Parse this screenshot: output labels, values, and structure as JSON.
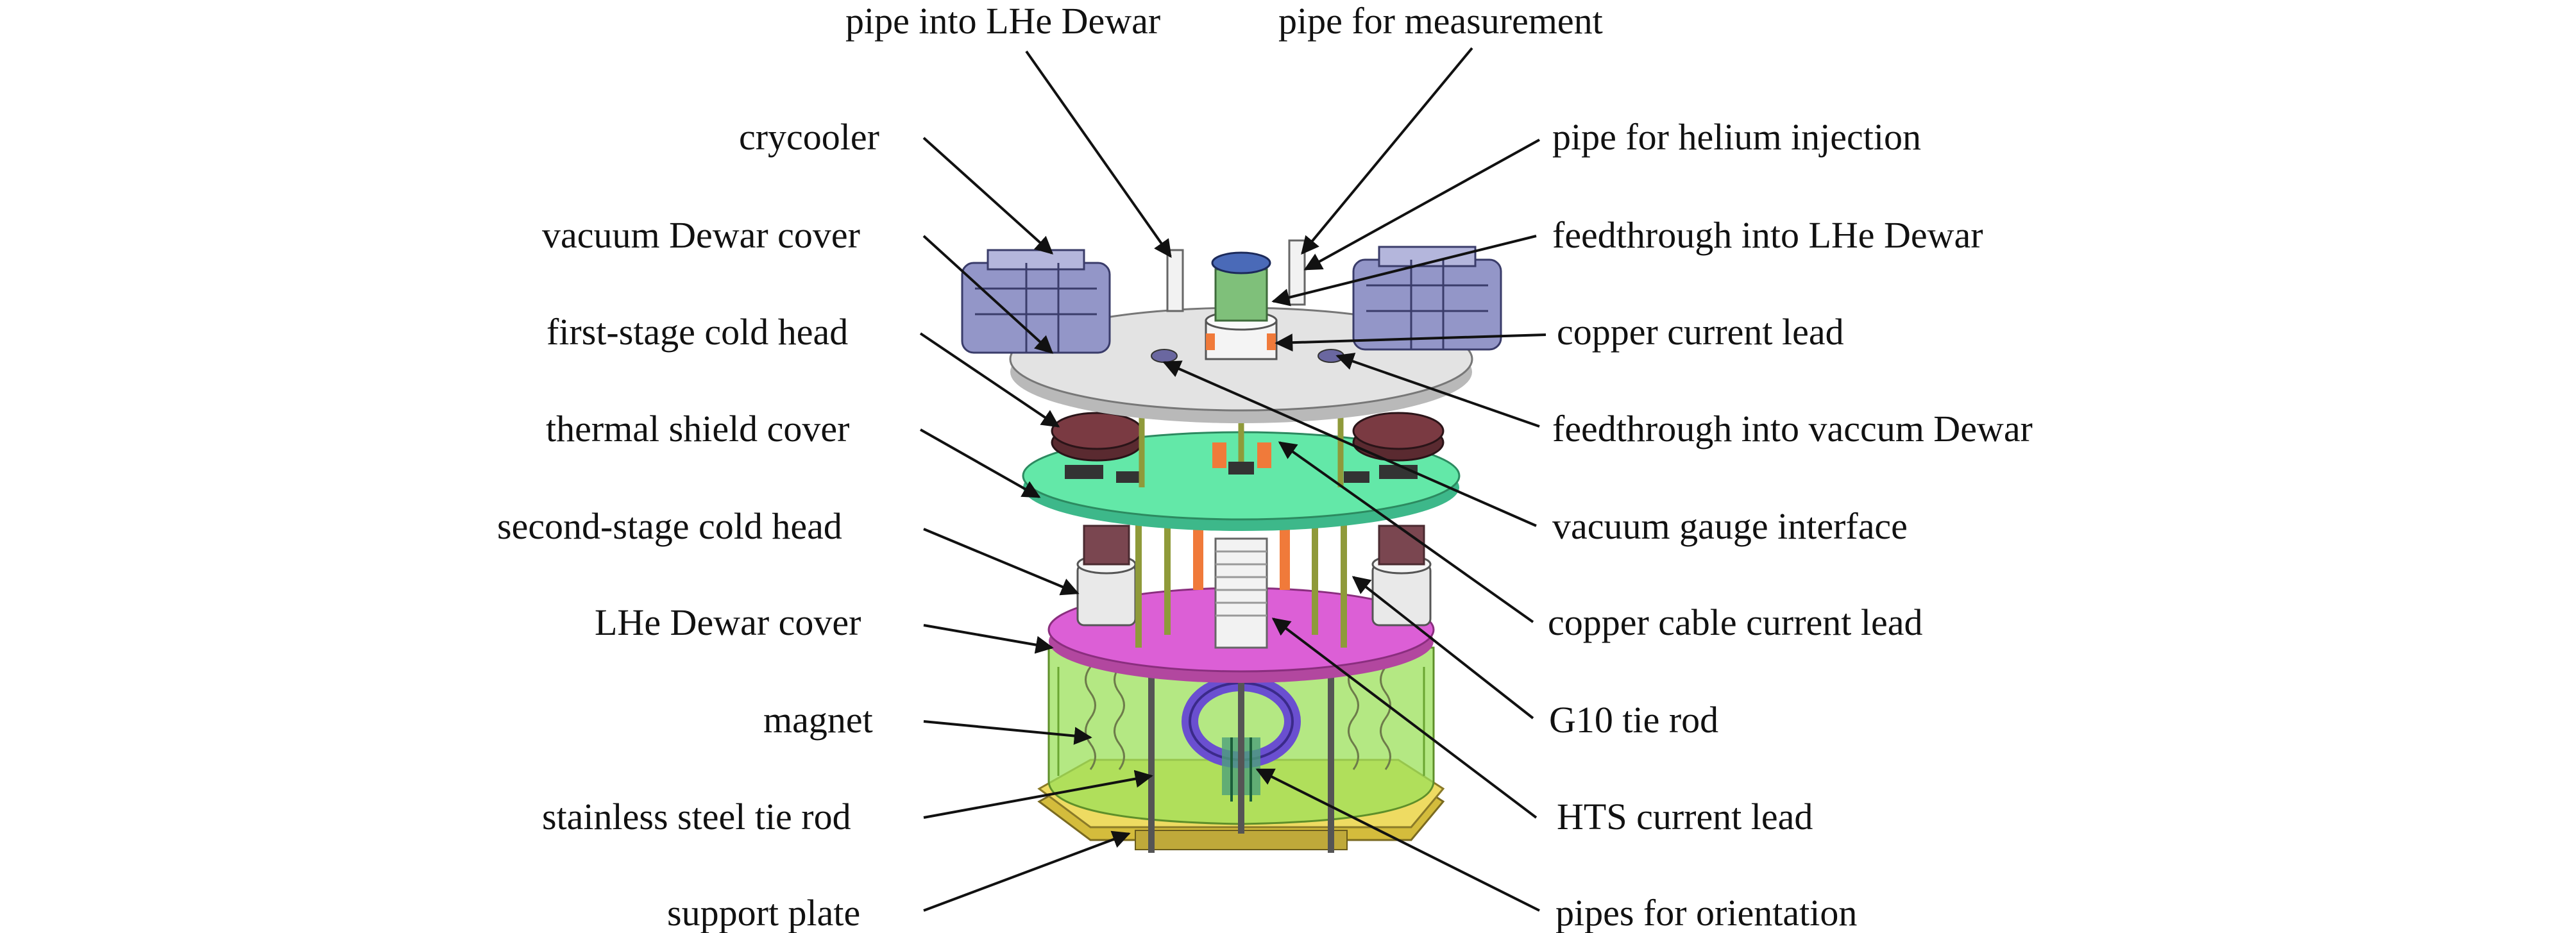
{
  "labels": {
    "pipe_into_lhe_dewar": "pipe into LHe Dewar",
    "pipe_for_measurement": "pipe for measurement",
    "crycooler": "crycooler",
    "pipe_for_helium_injection": "pipe for helium injection",
    "vacuum_dewar_cover": "vacuum Dewar cover",
    "feedthrough_into_lhe_dewar": "feedthrough into LHe Dewar",
    "first_stage_cold_head": "first-stage cold head",
    "copper_current_lead": "copper current lead",
    "thermal_shield_cover": "thermal shield cover",
    "feedthrough_into_vaccum_dewar": "feedthrough into vaccum Dewar",
    "second_stage_cold_head": "second-stage cold head",
    "vacuum_gauge_interface": "vacuum gauge interface",
    "lhe_dewar_cover": "LHe Dewar cover",
    "copper_cable_current_lead": "copper cable current lead",
    "magnet": "magnet",
    "g10_tie_rod": "G10 tie rod",
    "stainless_steel_tie_rod": "stainless steel tie rod",
    "hts_current_lead": "HTS current lead",
    "support_plate": "support plate",
    "pipes_for_orientation": "pipes for orientation"
  },
  "colors": {
    "vacuum_dewar_cover": "#e3e3e3",
    "thermal_shield_cover": "#63e8a8",
    "lhe_dewar_cover": "#dc5fd6",
    "lhe_dewar_body": "#9be05a",
    "support_plate": "#eedb62",
    "cryocooler": "#9396c8",
    "copper_lead": "#f07a3a",
    "magnet": "#6a4fd0",
    "leader_line": "#111111"
  }
}
